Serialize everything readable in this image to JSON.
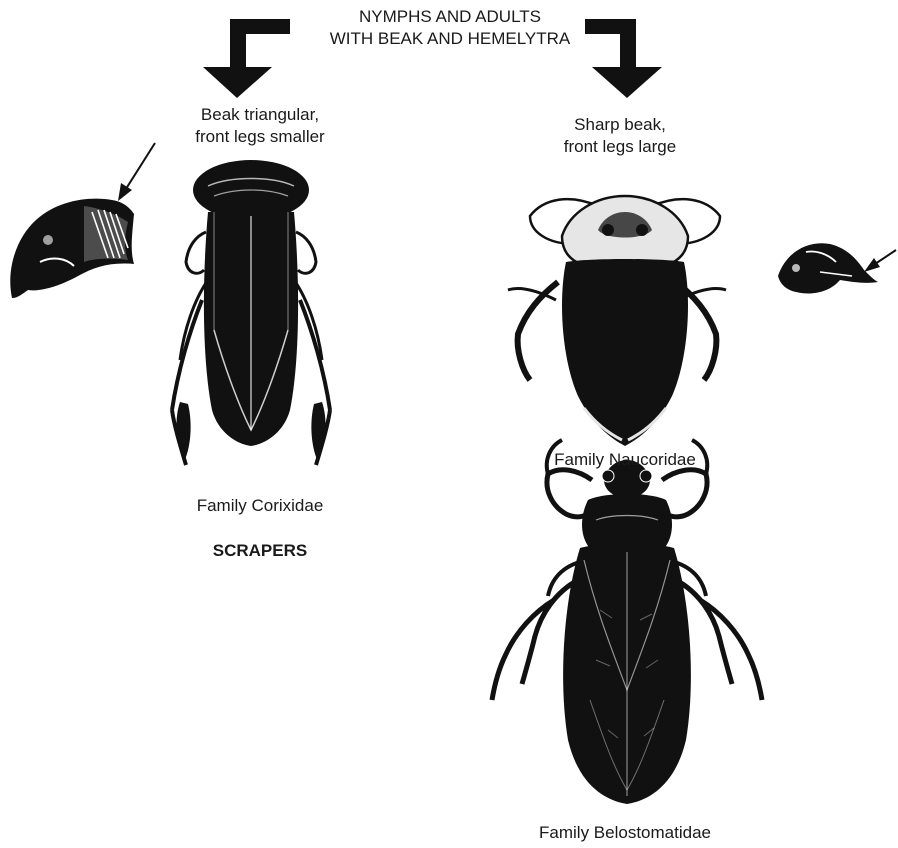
{
  "header": {
    "line1": "NYMPHS AND ADULTS",
    "line2": "WITH BEAK AND HEMELYTRA"
  },
  "left_branch": {
    "descriptor_line1": "Beak triangular,",
    "descriptor_line2": "front legs smaller",
    "family": "Family Corixidae",
    "group": "SCRAPERS"
  },
  "right_branch": {
    "descriptor_line1": "Sharp beak,",
    "descriptor_line2": "front legs large",
    "family_1": "Family Naucoridae",
    "family_2": "Family Belostomatidae"
  },
  "illustrations": [
    "corixidae-beak-detail",
    "corixidae-insect",
    "naucoridae-insect",
    "naucoridae-beak-detail",
    "belostomatidae-insect"
  ],
  "colors": {
    "ink": "#111111",
    "paper": "#ffffff",
    "light": "#e6e6e6"
  }
}
